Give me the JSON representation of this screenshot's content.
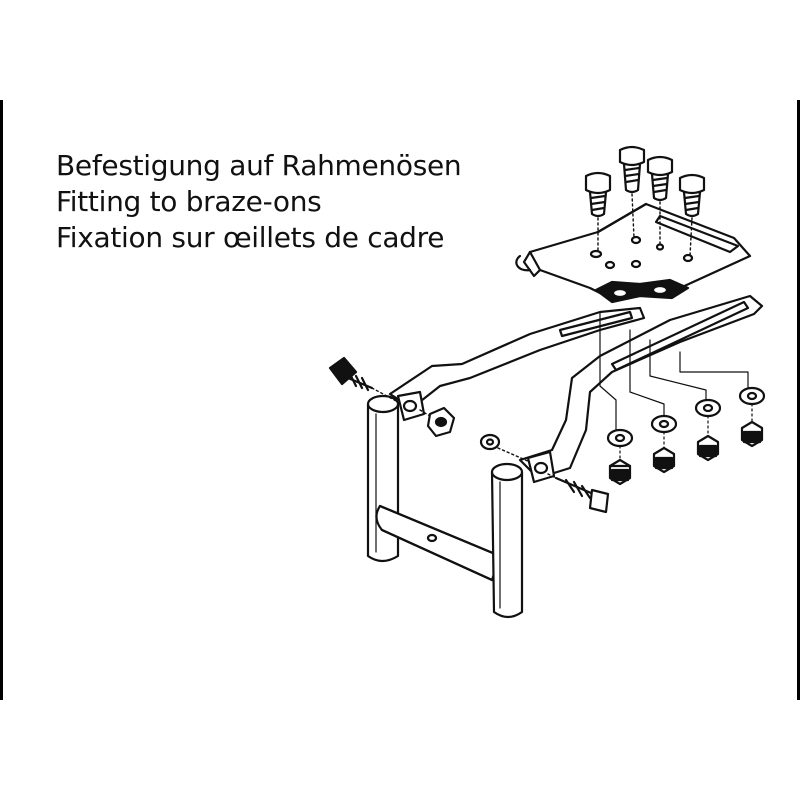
{
  "caption": {
    "line_de": "Befestigung auf Rahmenösen",
    "line_en": "Fitting to braze-ons",
    "line_fr": "Fixation sur œillets de cadre"
  },
  "colors": {
    "ink": "#111111",
    "paper": "#ffffff"
  },
  "parts": {
    "top_bolts": 4,
    "washers": 4,
    "nuts": 4
  }
}
